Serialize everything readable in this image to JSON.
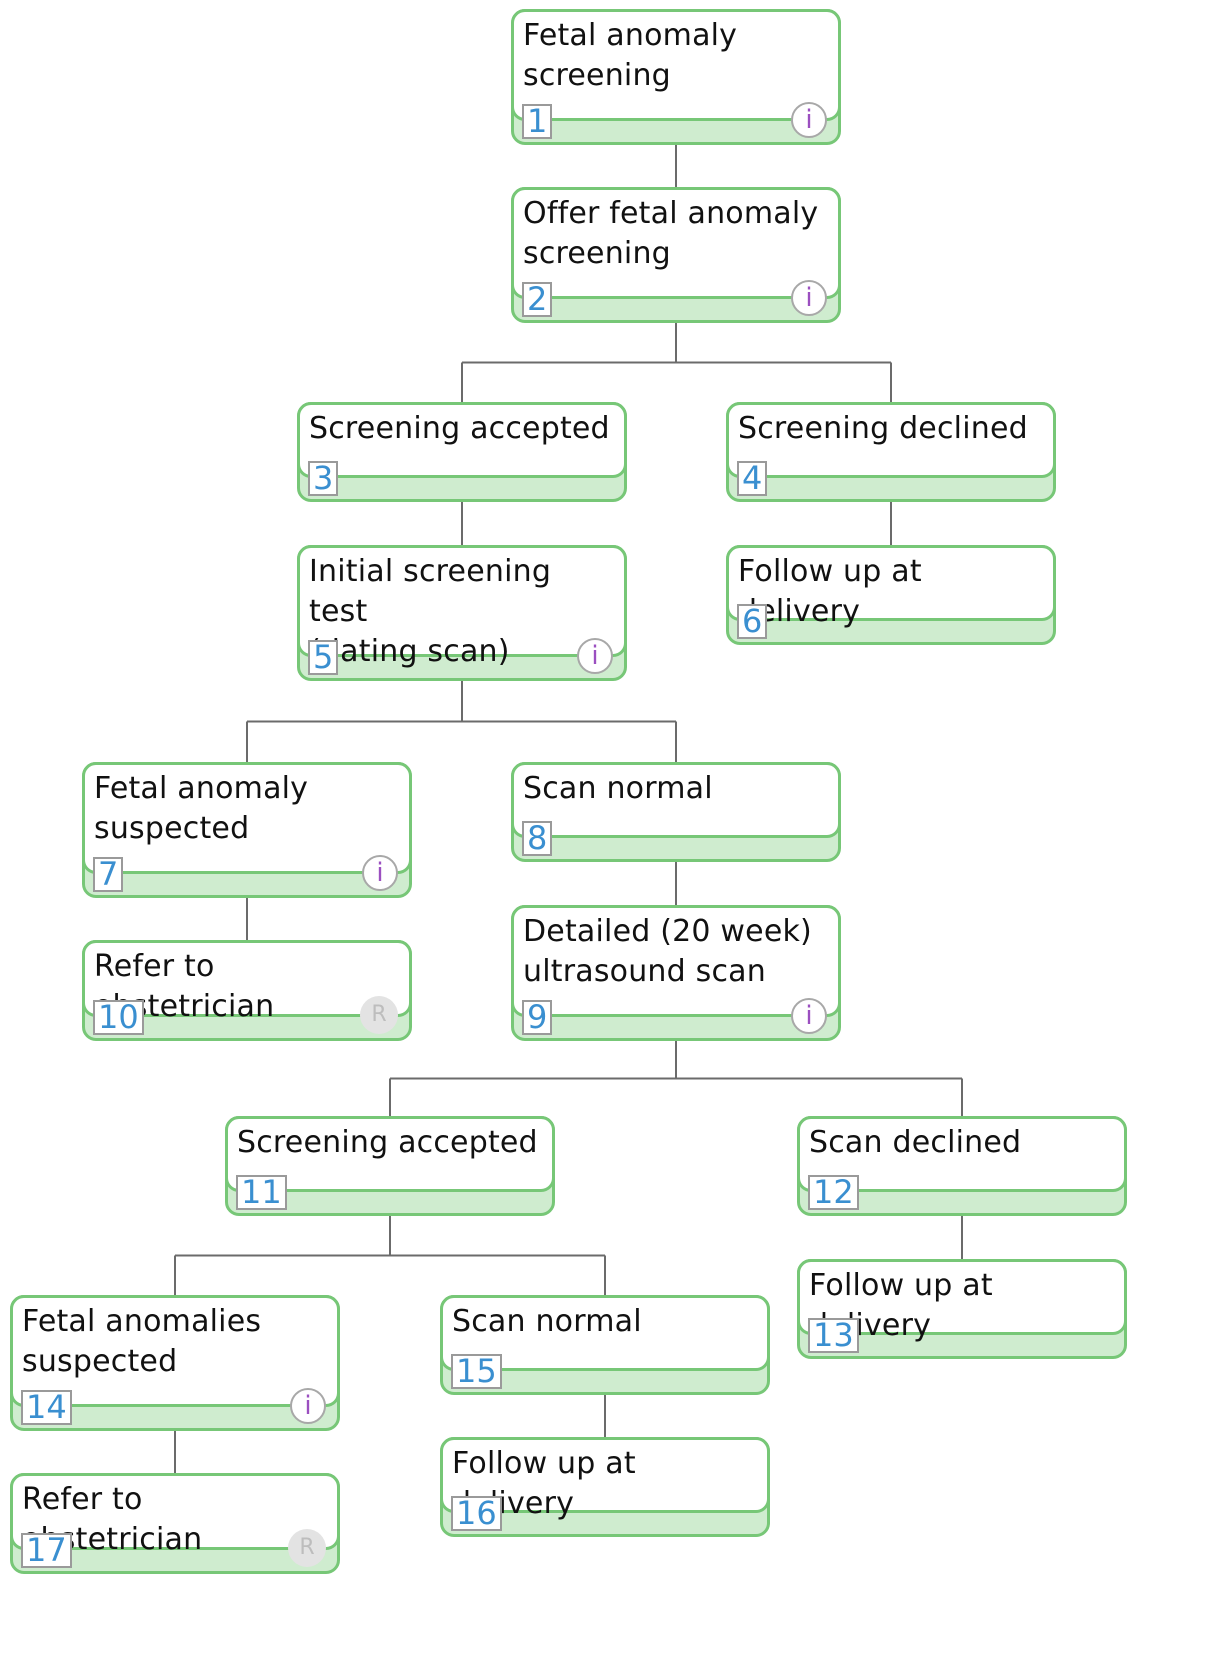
{
  "nodes": [
    {
      "id": "1",
      "label": "Fetal anomaly\nscreening",
      "icon": "info-icon"
    },
    {
      "id": "2",
      "label": "Offer fetal anomaly\nscreening",
      "icon": "info-icon"
    },
    {
      "id": "3",
      "label": "Screening accepted",
      "icon": null
    },
    {
      "id": "4",
      "label": "Screening declined",
      "icon": null
    },
    {
      "id": "5",
      "label": "Initial screening test\n(dating scan)",
      "icon": "info-icon"
    },
    {
      "id": "6",
      "label": "Follow up at delivery",
      "icon": null
    },
    {
      "id": "7",
      "label": "Fetal anomaly\nsuspected",
      "icon": "info-icon"
    },
    {
      "id": "8",
      "label": "Scan normal",
      "icon": null
    },
    {
      "id": "9",
      "label": "Detailed (20 week)\nultrasound scan",
      "icon": "info-icon"
    },
    {
      "id": "10",
      "label": "Refer to obstetrician",
      "icon": "r-icon"
    },
    {
      "id": "11",
      "label": "Screening accepted",
      "icon": null
    },
    {
      "id": "12",
      "label": "Scan declined",
      "icon": null
    },
    {
      "id": "13",
      "label": "Follow up at delivery",
      "icon": null
    },
    {
      "id": "14",
      "label": "Fetal anomalies\nsuspected",
      "icon": "info-icon"
    },
    {
      "id": "15",
      "label": "Scan normal",
      "icon": null
    },
    {
      "id": "16",
      "label": "Follow up at delivery",
      "icon": null
    },
    {
      "id": "17",
      "label": "Refer to obstetrician",
      "icon": "r-icon"
    }
  ],
  "edges": [
    [
      "1",
      "2"
    ],
    [
      "2",
      "3"
    ],
    [
      "2",
      "4"
    ],
    [
      "3",
      "5"
    ],
    [
      "4",
      "6"
    ],
    [
      "5",
      "7"
    ],
    [
      "5",
      "8"
    ],
    [
      "7",
      "10"
    ],
    [
      "8",
      "9"
    ],
    [
      "9",
      "11"
    ],
    [
      "9",
      "12"
    ],
    [
      "12",
      "13"
    ],
    [
      "11",
      "14"
    ],
    [
      "11",
      "15"
    ],
    [
      "14",
      "17"
    ],
    [
      "15",
      "16"
    ]
  ],
  "icons": {
    "info": "i",
    "r": "R"
  },
  "colors": {
    "node_border": "#77c777",
    "node_footer": "#cfeccf",
    "id_text": "#3a8fd0",
    "info_icon": "#9b4fc0",
    "connector": "#6b6b6b"
  }
}
